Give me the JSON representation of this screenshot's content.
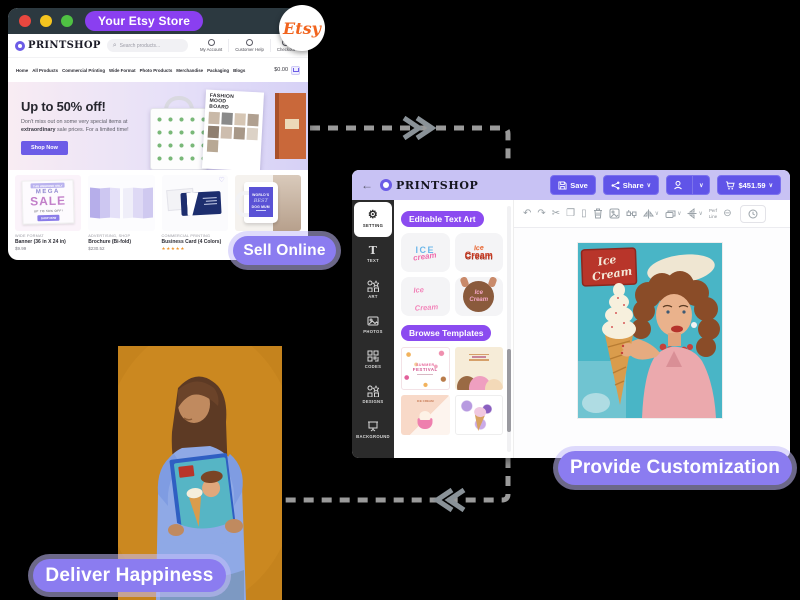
{
  "colors": {
    "background": "#000000",
    "accent": "#6c5ce7",
    "flow_badge": "#8b7cf0",
    "flow_badge_halo": "#c5bdf9",
    "panel_badge": "#8b4bf0",
    "title_pill": "#8a3ff0",
    "titlebar": "#2c3940",
    "etsy_orange": "#f1641e",
    "editor_header": "#c8c2f4",
    "editor_button": "#6054e8",
    "sidebar_dark": "#2b2b2b",
    "photo_background": "#c5831d",
    "arrow_gray": "#9a9a9a"
  },
  "icons": {
    "search": "⌕",
    "back": "←",
    "caret": "∨",
    "gear": "⚙",
    "text": "T",
    "undo": "↶",
    "redo": "↷",
    "cut": "✂",
    "copy": "❐",
    "clipboard": "▯",
    "minus_circle": "⊖",
    "heart": "♡"
  },
  "window": {
    "title": "Your Etsy Store",
    "etsy_badge": "Etsy"
  },
  "store": {
    "brand": "PRINTSHOP",
    "search_placeholder": "Search products...",
    "account_links": [
      {
        "label": "My Account"
      },
      {
        "label": "Customer Help"
      },
      {
        "label": "Checkout"
      }
    ],
    "nav_items": [
      {
        "label": "Home"
      },
      {
        "label": "All Products"
      },
      {
        "label": "Commercial Printing"
      },
      {
        "label": "Wide Format"
      },
      {
        "label": "Photo Products"
      },
      {
        "label": "Merchandise"
      },
      {
        "label": "Packaging"
      },
      {
        "label": "Blogs"
      }
    ],
    "cart_total": "$0.00",
    "hero": {
      "headline": "Up to 50% off!",
      "body_1": "Don't miss out on some very special items at ",
      "body_bold": "extraordinary",
      "body_2": " sale prices. For a limited time!",
      "cta": "Shop Now",
      "poster": {
        "l1": "FASHION",
        "l2": "MOOD",
        "l3": "BOARD"
      }
    },
    "banner_art": {
      "tag": "THIS WEEKEND ONLY",
      "mega": "MEGA",
      "sale": "SALE",
      "sub": "UP TO 50% OFF!",
      "cta": "SHOP NOW"
    },
    "mug_art": {
      "l1": "WORLD'S",
      "l2": "BEST",
      "l3": "DOG MUM"
    },
    "products": [
      {
        "category": "WIDE FORMAT",
        "name": "Banner (36 in X 24 in)",
        "price": "$9.99"
      },
      {
        "category": "ADVERTISING, SHOP",
        "name": "Brochure (Bi-fold)",
        "price": "$230.52"
      },
      {
        "category": "COMMERCIAL PRINTING",
        "name": "Business Card (4 Colors)",
        "rating": "★★★★★"
      }
    ]
  },
  "flow": {
    "sell_online": "Sell Online",
    "provide_customization": "Provide Customization",
    "deliver_happiness": "Deliver Happiness"
  },
  "editor": {
    "brand": "PRINTSHOP",
    "buttons": {
      "save": "Save",
      "share": "Share",
      "price": "$451.59"
    },
    "sidebar": [
      {
        "label": "SETTING"
      },
      {
        "label": "TEXT"
      },
      {
        "label": "ART"
      },
      {
        "label": "PHOTOS"
      },
      {
        "label": "CODES"
      },
      {
        "label": "DESIGNS"
      },
      {
        "label": "BACKGROUND"
      }
    ],
    "panel": {
      "text_art_title": "Editable Text Art",
      "templates_title": "Browse Templates",
      "text_arts": [
        {
          "l1": "ICE",
          "l2": "cream"
        },
        {
          "l1": "Ice",
          "l2": "Cream"
        },
        {
          "l1": "Ice",
          "l2": "Cream"
        },
        {
          "l1": "Ice",
          "l2": "Cream"
        }
      ],
      "template1": {
        "l1": "SUMMER",
        "l2": "FESTIVAL"
      },
      "template3_caption": "ICE CREAM"
    },
    "toolbar": {
      "perf1": "Perf",
      "perf2": "Line"
    },
    "canvas_sign": {
      "l1": "Ice",
      "l2": "Cream"
    }
  }
}
